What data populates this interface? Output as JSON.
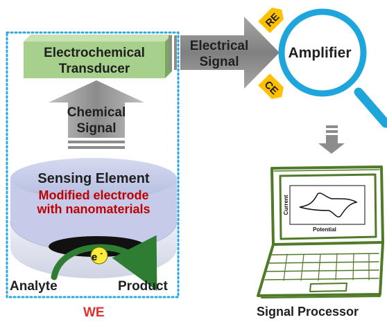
{
  "transducer": {
    "line1": "Electrochemical",
    "line2": "Transducer"
  },
  "chemical_signal": {
    "line1": "Chemical",
    "line2": "Signal"
  },
  "electrical_signal": {
    "line1": "Electrical",
    "line2": "Signal"
  },
  "sensing_element": {
    "title": "Sensing Element",
    "subtitle_line1": "Modified electrode",
    "subtitle_line2": "with nanomaterials"
  },
  "electron_label": "e",
  "electron_superscript": "-",
  "analyte_label": "Analyte",
  "product_label": "Product",
  "we_label": "WE",
  "amplifier_label": "Amplifier",
  "re_label": "RE",
  "ce_label": "CE",
  "plot_xlabel": "Potential",
  "plot_ylabel": "Current",
  "signal_processor_label": "Signal Processor",
  "colors": {
    "dotted_border": "#29a8e0",
    "transducer_green": "#a8d08d",
    "sensing_blue": "#c5cbe9",
    "red_text": "#c00000",
    "we_red": "#e03030",
    "magnifier_blue": "#1ea6dc",
    "electrode_tab": "#ffc000",
    "laptop_green": "#4f7a28",
    "arrow_gray": "#7f7f7f",
    "arc_green": "#2e7d32",
    "electron_yellow": "#ffeb3b"
  }
}
